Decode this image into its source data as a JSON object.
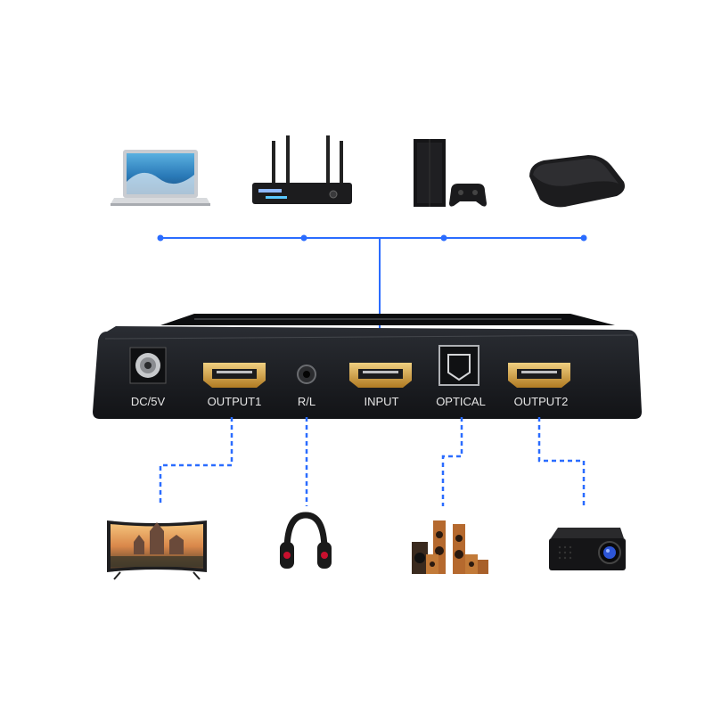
{
  "device": {
    "ports": [
      {
        "id": "dc",
        "label": "DC/5V"
      },
      {
        "id": "output1",
        "label": "OUTPUT1"
      },
      {
        "id": "rl",
        "label": "R/L"
      },
      {
        "id": "input",
        "label": "INPUT"
      },
      {
        "id": "optical",
        "label": "OPTICAL"
      },
      {
        "id": "output2",
        "label": "OUTPUT2"
      }
    ]
  },
  "sources": [
    {
      "icon": "laptop-icon"
    },
    {
      "icon": "tv-box-router-icon"
    },
    {
      "icon": "game-console-icon"
    },
    {
      "icon": "media-player-icon"
    }
  ],
  "outputs": [
    {
      "icon": "curved-tv-icon",
      "port": "output1"
    },
    {
      "icon": "headphones-icon",
      "port": "rl"
    },
    {
      "icon": "speaker-system-icon",
      "port": "optical"
    },
    {
      "icon": "projector-icon",
      "port": "output2"
    }
  ],
  "colors": {
    "line": "#2a6cff",
    "device_body": "#1b1d21",
    "hdmi_gold": "#d4a24a",
    "label": "#e6e6e6"
  }
}
